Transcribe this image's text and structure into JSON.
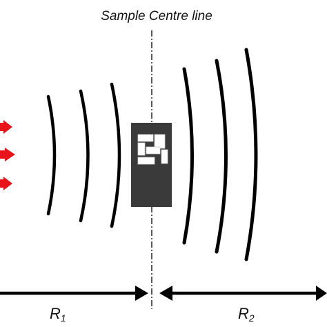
{
  "diagram": {
    "centre_line_label": "Sample Centre line",
    "r1": {
      "main": "R",
      "sub": "1"
    },
    "r2": {
      "main": "R",
      "sub": "2"
    }
  },
  "colors": {
    "wave": "#000000",
    "arrow_red": "#e8141a",
    "sample_block": "#3a3a3a",
    "sample_tiles": "#ffffff",
    "dimension_arrow": "#000000",
    "centre_line": "#000000"
  },
  "elements": {
    "incoming_wave_arrows": "red-arrows",
    "incident_wavefronts": 3,
    "transmitted_wavefronts": 3
  }
}
